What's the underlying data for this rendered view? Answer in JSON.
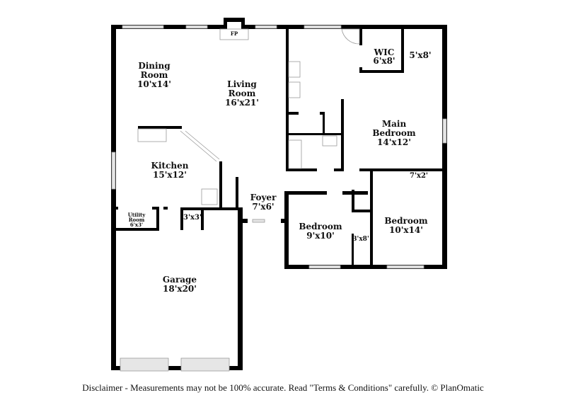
{
  "rooms": {
    "dining": {
      "name1": "Dining",
      "name2": "Room",
      "size": "10'x14'"
    },
    "living": {
      "name1": "Living",
      "name2": "Room",
      "size": "16'x21'"
    },
    "fireplace": {
      "label": "FP"
    },
    "wic": {
      "name": "WIC",
      "size": "6'x8'"
    },
    "closet_main": {
      "size": "5'x8'"
    },
    "main_bedroom": {
      "name1": "Main",
      "name2": "Bedroom",
      "size": "14'x12'"
    },
    "kitchen": {
      "name": "Kitchen",
      "size": "15'x12'"
    },
    "utility": {
      "name1": "Utility",
      "name2": "Room",
      "size": "6'x3'"
    },
    "closet_small": {
      "size": "3'x3'"
    },
    "foyer": {
      "name": "Foyer",
      "size": "7'x6'"
    },
    "bedroom2": {
      "name": "Bedroom",
      "size": "9'x10'"
    },
    "closet_bed2": {
      "size": "3'x8'"
    },
    "bedroom3": {
      "name": "Bedroom",
      "size": "10'x14'"
    },
    "closet_bed3": {
      "size": "7'x2'"
    },
    "garage": {
      "name": "Garage",
      "size": "18'x20'"
    }
  },
  "disclaimer": "Disclaimer - Measurements may not be 100% accurate. Read \"Terms & Conditions\" carefully. © PlanOmatic"
}
